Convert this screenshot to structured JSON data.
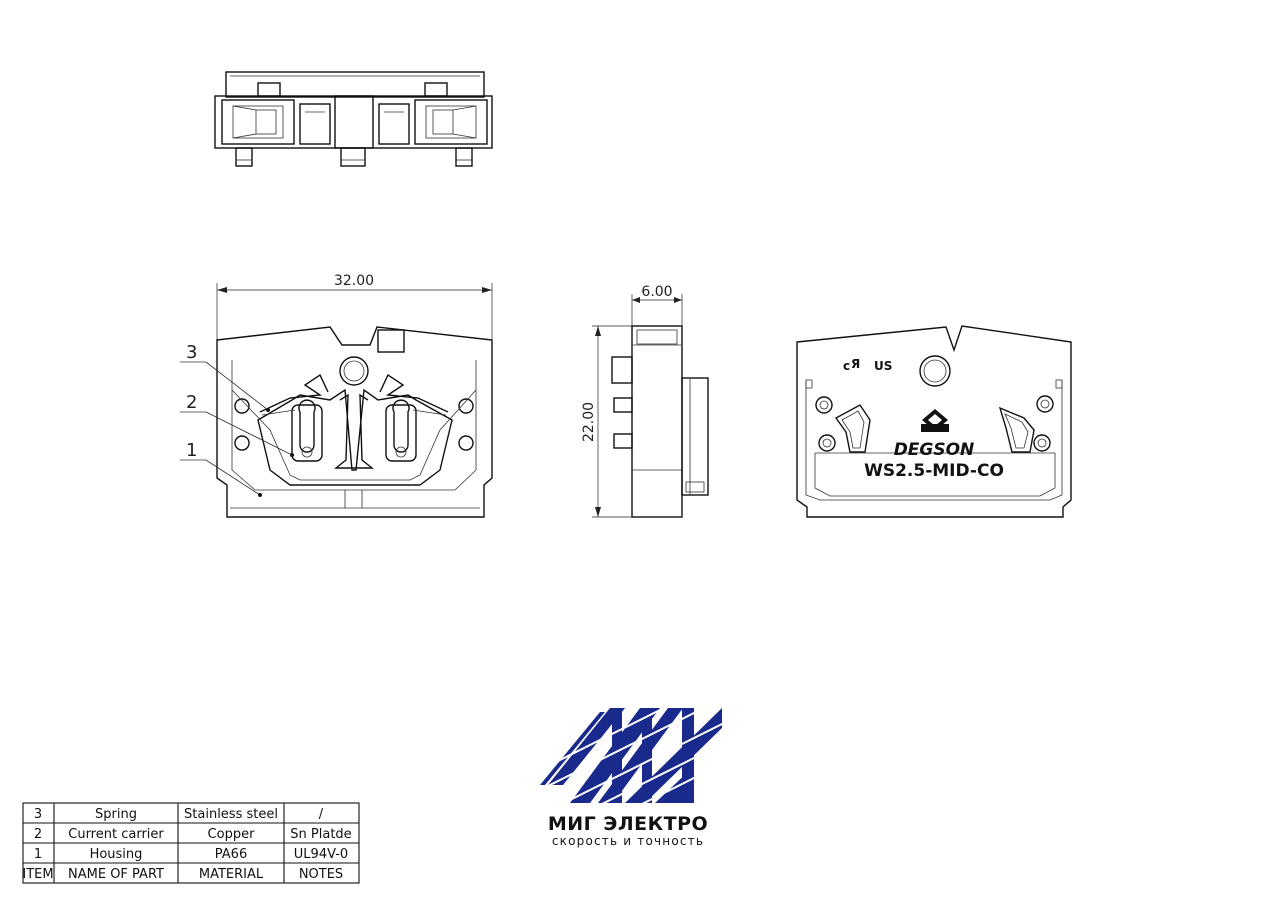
{
  "dimensions": {
    "width": "32.00",
    "depth": "6.00",
    "height": "22.00"
  },
  "callouts": [
    "1",
    "2",
    "3"
  ],
  "marking": {
    "brand": "DEGSON",
    "model": "WS2.5-MID-CO",
    "cert_c": "c",
    "cert_us": "US"
  },
  "parts_table": {
    "header": [
      "ITEM",
      "NAME OF PART",
      "MATERIAL",
      "NOTES"
    ],
    "rows": [
      [
        "3",
        "Spring",
        "Stainless steel",
        "/"
      ],
      [
        "2",
        "Current carrier",
        "Copper",
        "Sn Platde"
      ],
      [
        "1",
        "Housing",
        "PA66",
        "UL94V-0"
      ]
    ]
  },
  "logo": {
    "name": "МИГ ЭЛЕКТРО",
    "tagline": "скорость и точность",
    "color": "#1a2a8c"
  }
}
